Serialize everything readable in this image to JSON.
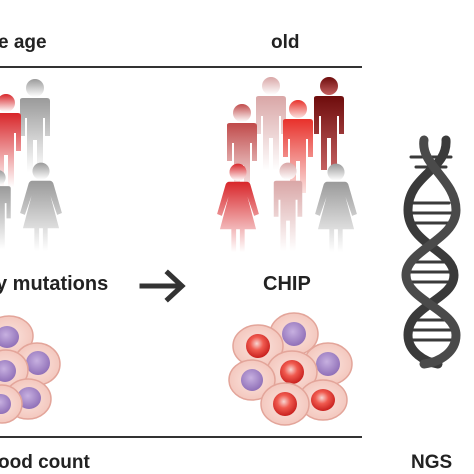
{
  "header": {
    "left_label": "e age",
    "right_label": "old"
  },
  "middle": {
    "left_label": "y mutations",
    "right_label": "CHIP"
  },
  "footer": {
    "left_label": "ood count",
    "right_label": "NGS"
  },
  "colors": {
    "text": "#222222",
    "rule": "#333333",
    "person_grey": "#b7b7b7",
    "person_red": "#e0312b",
    "person_dark_red": "#7a1010",
    "cell_membrane": "#f4c9c2",
    "nucleus_purple": "#a98bc8",
    "nucleus_red": "#e03a35",
    "dna": "#3a3a3a"
  },
  "icons": [
    "person-icon",
    "arrow-right-icon",
    "dna-helix-icon",
    "blood-cell-icon"
  ]
}
